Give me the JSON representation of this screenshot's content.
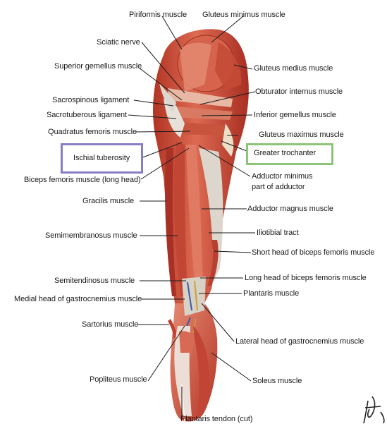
{
  "labels": {
    "piriformis": "Piriformis muscle",
    "gluteus_minimus": "Gluteus minimus muscle",
    "sciatic_nerve": "Sciatic nerve",
    "gluteus_medius": "Gluteus medius muscle",
    "superior_gemellus": "Superior gemellus muscle",
    "obturator_internus": "Obturator internus muscle",
    "sacrospinous": "Sacrospinous ligament",
    "sacrotuberous": "Sacrotuberous ligament",
    "inferior_gemellus": "Inferior gemellus muscle",
    "quadratus_femoris": "Quadratus femoris muscle",
    "gluteus_maximus": "Gluteus maximus muscle",
    "ischial_tuberosity": "Ischial tuberosity",
    "greater_trochanter": "Greater trochanter",
    "adductor_minimus_1": "Adductor minimus",
    "adductor_minimus_2": "part of adductor",
    "biceps_long_head_top": "Biceps femoris muscle (long head)",
    "gracilis": "Gracilis muscle",
    "adductor_magnus": "Adductor magnus muscle",
    "semimembranosus": "Semimembranosus muscle",
    "iliotibial": "Iliotibial tract",
    "short_head_biceps": "Short head of biceps femoris muscle",
    "semitendinosus": "Semitendinosus muscle",
    "long_head_biceps": "Long head of biceps femoris muscle",
    "medial_gastrocnemius": "Medial head of gastrocnemius muscle",
    "plantaris": "Plantaris muscle",
    "sartorius": "Sartorius muscle",
    "lateral_gastrocnemius": "Lateral head of gastrocnemius muscle",
    "popliteus": "Popliteus muscle",
    "soleus": "Soleus muscle",
    "plantaris_tendon": "Plantaris tendon (cut)"
  },
  "colors": {
    "muscle_dark": "#b8382a",
    "muscle_mid": "#d4604a",
    "muscle_light": "#e8907a",
    "tendon": "#dcd8d0",
    "highlight_purple": "#8a7cc4",
    "highlight_green": "#8cc47a"
  }
}
